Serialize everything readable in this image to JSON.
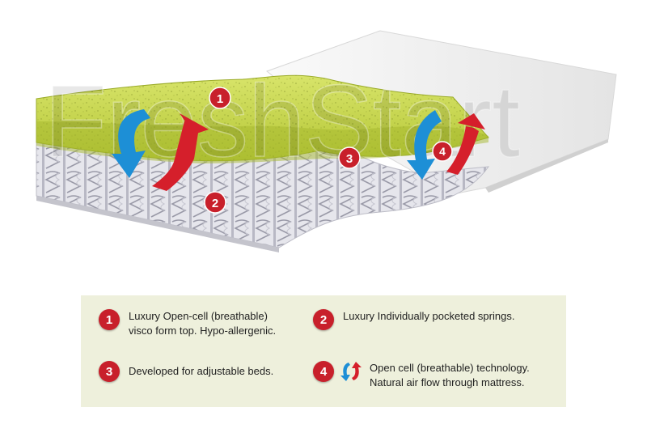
{
  "watermark": "FreshStart",
  "callouts": [
    "1",
    "2",
    "3",
    "4"
  ],
  "legend": {
    "items": [
      {
        "number": "1",
        "lines": [
          "Luxury Open-cell (breathable)",
          "visco form top. Hypo-allergenic."
        ]
      },
      {
        "number": "2",
        "lines": [
          "Luxury Individually pocketed springs."
        ]
      },
      {
        "number": "3",
        "lines": [
          "Developed for adjustable beds."
        ]
      },
      {
        "number": "4",
        "lines": [
          "Open cell (breathable) technology.",
          "Natural air flow through mattress."
        ]
      }
    ]
  },
  "icons": {
    "airflow": "airflow-arrows-icon",
    "down": "arrow-down-blue-icon",
    "up": "arrow-up-red-icon"
  },
  "colors": {
    "foam": "#c9d84a",
    "springs": "#e8e8ee",
    "cover": "#f6f6f6",
    "badge": "#c8202b",
    "arrow_blue": "#1d8fd6",
    "arrow_red": "#d51f2b",
    "legend_bg": "#eef0dc"
  }
}
